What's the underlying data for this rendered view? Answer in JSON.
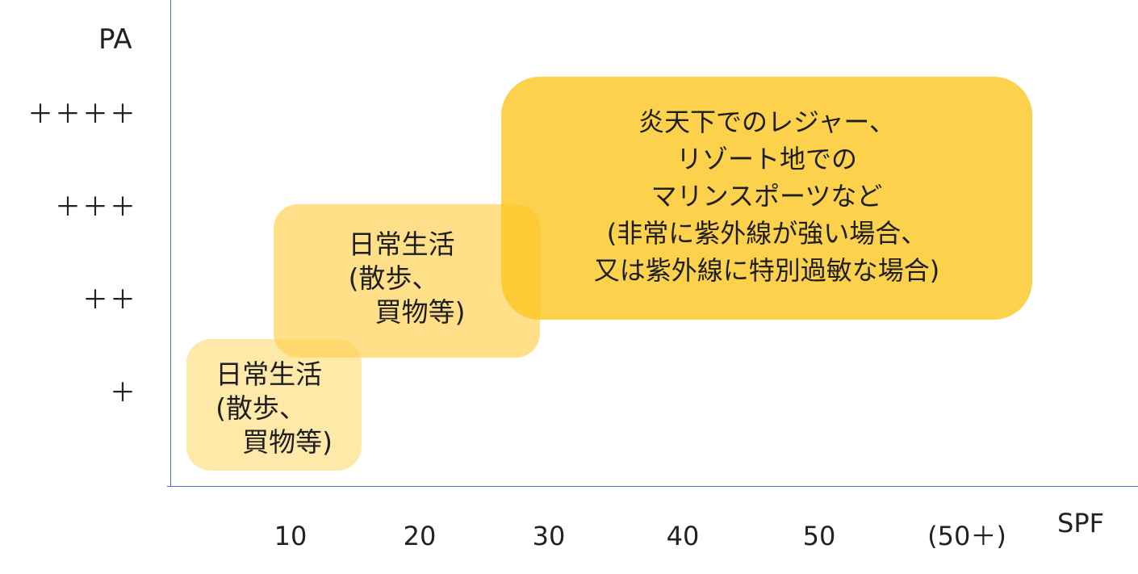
{
  "axes": {
    "y_title": "PA",
    "x_title": "SPF",
    "y_levels": [
      "＋＋＋＋",
      "＋＋＋",
      "＋＋",
      "＋"
    ],
    "x_ticks": [
      "10",
      "20",
      "30",
      "40",
      "50",
      "(50＋)"
    ]
  },
  "boxes": {
    "small": "日常生活\n(散歩、\n　買物等)",
    "medium": "日常生活\n(散歩、\n　買物等)",
    "large": "炎天下でのレジャー、\nリゾート地での\nマリンスポーツなど\n(非常に紫外線が強い場合、\n又は紫外線に特別過敏な場合)"
  },
  "colors": {
    "axis": "#4472c4",
    "box_small": "#ffe28c",
    "box_medium": "#ffd25a",
    "box_large": "#fbc724"
  }
}
